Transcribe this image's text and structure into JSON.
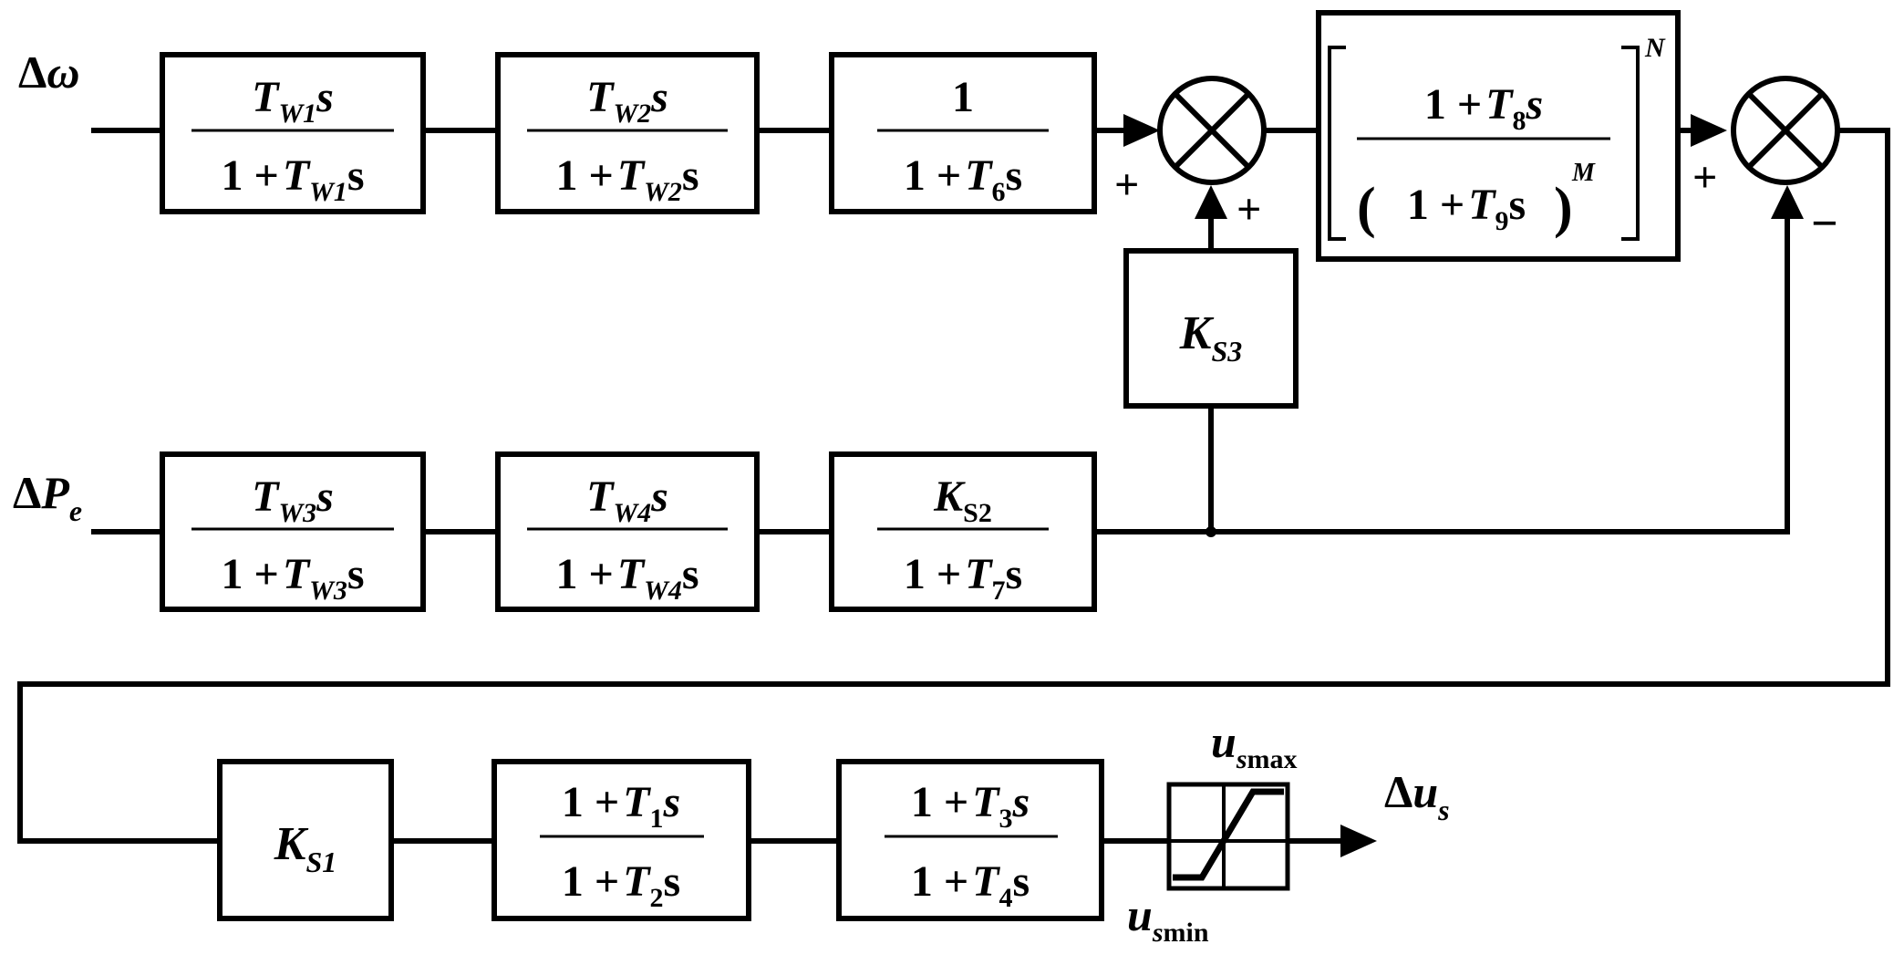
{
  "inputs": {
    "omega": {
      "delta": "Δ",
      "symbol": "ω"
    },
    "pe": {
      "delta": "Δ",
      "symbol": "P",
      "sub": "e"
    }
  },
  "output": {
    "delta": "Δ",
    "symbol": "u",
    "sub": "s"
  },
  "blocks": {
    "washout1": {
      "num": {
        "T": "T",
        "sub": "W1",
        "s": "s"
      },
      "den": {
        "one": "1 +",
        "T": "T",
        "sub": "W1",
        "s": "s"
      }
    },
    "washout2": {
      "num": {
        "T": "T",
        "sub": "W2",
        "s": "s"
      },
      "den": {
        "one": "1 +",
        "T": "T",
        "sub": "W2",
        "s": "s"
      }
    },
    "lag6": {
      "num": "1",
      "den": {
        "one": "1 +",
        "T": "T",
        "sub": "6",
        "s": "s"
      }
    },
    "ramp_tracking": {
      "num": {
        "one": "1 +",
        "T": "T",
        "sub": "8",
        "s": "s"
      },
      "den": {
        "one": "1 +",
        "T": "T",
        "sub": "9",
        "s": "s"
      },
      "exp_inner": "M",
      "exp_outer": "N"
    },
    "washout3": {
      "num": {
        "T": "T",
        "sub": "W3",
        "s": "s"
      },
      "den": {
        "one": "1 +",
        "T": "T",
        "sub": "W3",
        "s": "s"
      }
    },
    "washout4": {
      "num": {
        "T": "T",
        "sub": "W4",
        "s": "s"
      },
      "den": {
        "one": "1 +",
        "T": "T",
        "sub": "W4",
        "s": "s"
      }
    },
    "lag7": {
      "num": {
        "K": "K",
        "sub": "S2"
      },
      "den": {
        "one": "1 +",
        "T": "T",
        "sub": "7",
        "s": "s"
      }
    },
    "gain_ks3": {
      "K": "K",
      "sub": "S3"
    },
    "gain_ks1": {
      "K": "K",
      "sub": "S1"
    },
    "leadlag1": {
      "num": {
        "one": "1 +",
        "T": "T",
        "sub": "1",
        "s": "s"
      },
      "den": {
        "one": "1 +",
        "T": "T",
        "sub": "2",
        "s": "s"
      }
    },
    "leadlag2": {
      "num": {
        "one": "1 +",
        "T": "T",
        "sub": "3",
        "s": "s"
      },
      "den": {
        "one": "1 +",
        "T": "T",
        "sub": "4",
        "s": "s"
      }
    }
  },
  "limiter": {
    "max": {
      "u": "u",
      "sub": "s",
      "tail": "max"
    },
    "min": {
      "u": "u",
      "sub": "s",
      "tail": "min"
    }
  },
  "signs": {
    "sum1_left": "+",
    "sum1_bottom": "+",
    "sum2_left": "+",
    "sum2_bottom": "−"
  }
}
